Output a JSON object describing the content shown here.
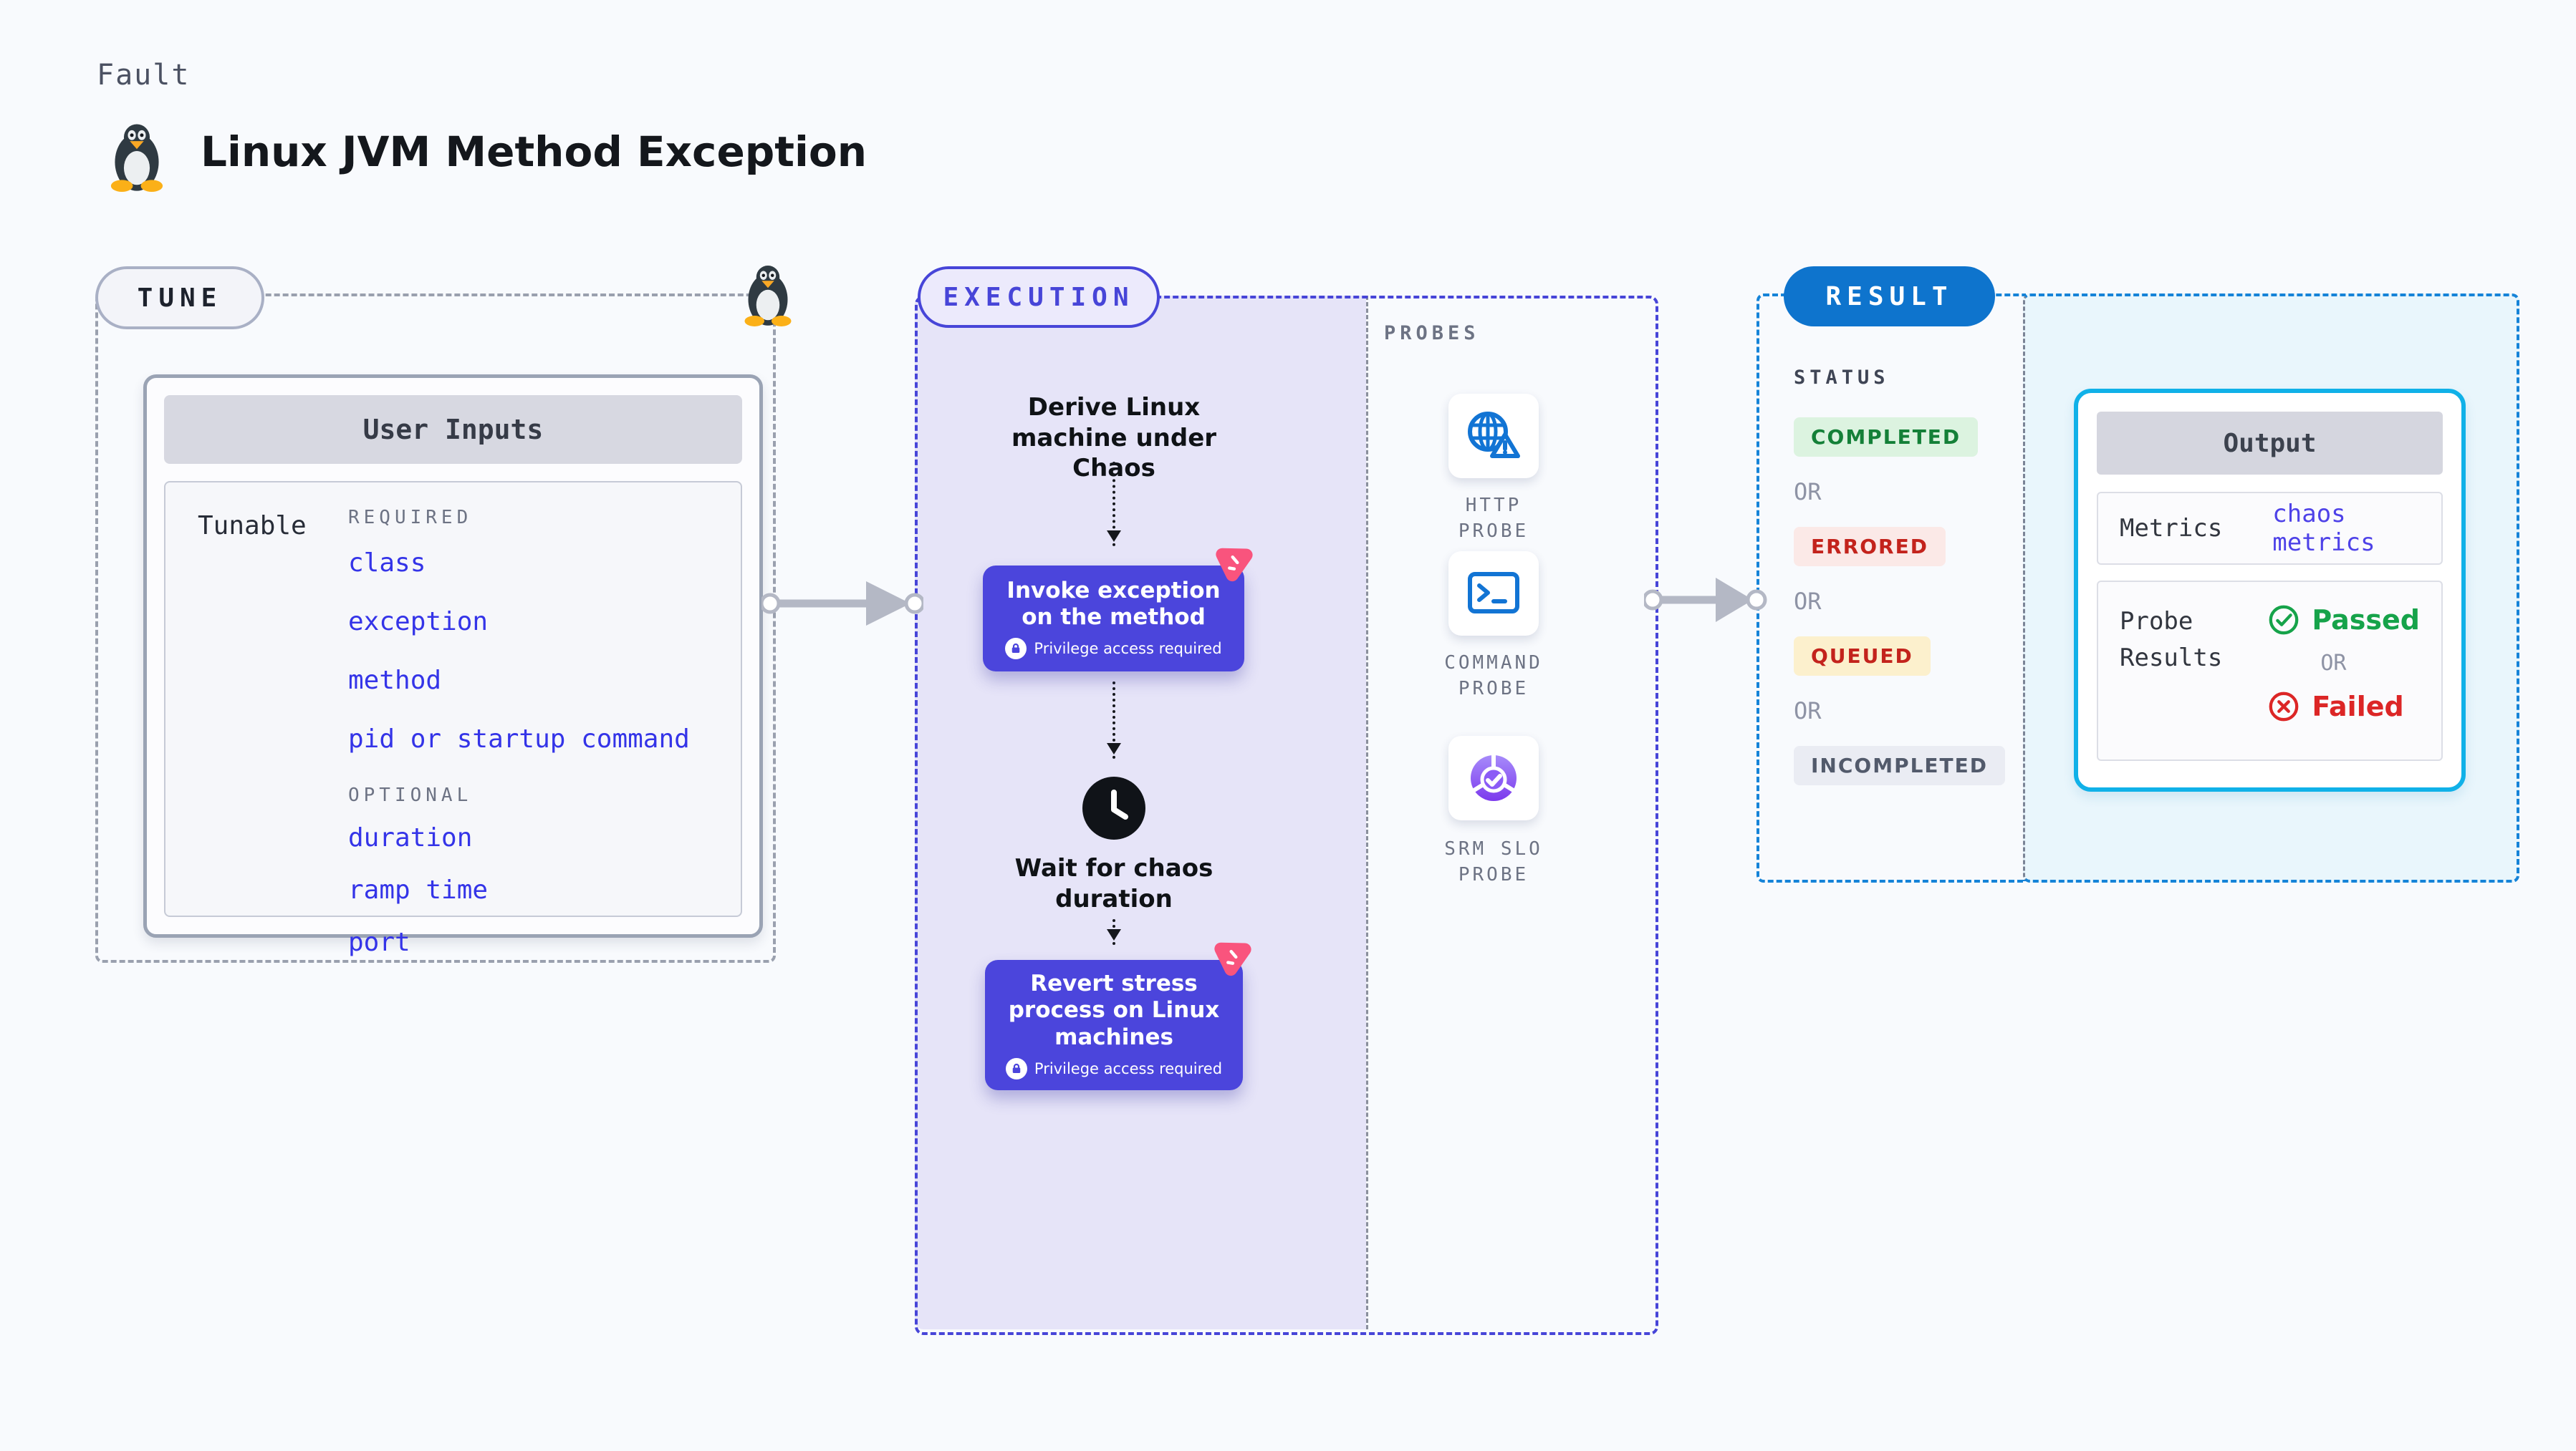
{
  "header": {
    "eyebrow": "Fault",
    "title": "Linux JVM Method Exception",
    "icon": "linux-penguin"
  },
  "tune": {
    "pill": "TUNE",
    "card_title": "User Inputs",
    "row_label": "Tunable",
    "required_label": "REQUIRED",
    "required_items": [
      "class",
      "exception",
      "method",
      "pid or startup command"
    ],
    "optional_label": "OPTIONAL",
    "optional_items": [
      "duration",
      "ramp time",
      "port"
    ]
  },
  "execution": {
    "pill": "EXECUTION",
    "derive_label": "Derive Linux machine under Chaos",
    "invoke_label": "Invoke exception on the method",
    "wait_label": "Wait for chaos duration",
    "revert_label": "Revert stress process on Linux machines",
    "privilege_badge": "Privilege access required"
  },
  "probes": {
    "label": "PROBES",
    "items": [
      {
        "name": "HTTP PROBE",
        "icon": "globe-alert-icon"
      },
      {
        "name": "COMMAND PROBE",
        "icon": "terminal-icon"
      },
      {
        "name": "SRM SLO PROBE",
        "icon": "slo-pie-icon"
      }
    ]
  },
  "result": {
    "pill": "RESULT",
    "status_label": "STATUS",
    "or_label": "OR",
    "statuses": [
      {
        "label": "COMPLETED",
        "kind": "success"
      },
      {
        "label": "ERRORED",
        "kind": "error"
      },
      {
        "label": "QUEUED",
        "kind": "warning"
      },
      {
        "label": "INCOMPLETED",
        "kind": "neutral"
      }
    ],
    "output": {
      "title": "Output",
      "metrics_label": "Metrics",
      "metrics_value": "chaos metrics",
      "probe_results_label": "Probe Results",
      "passed_label": "Passed",
      "failed_label": "Failed"
    }
  },
  "colors": {
    "background": "#f8fafd",
    "indigo_border": "#4745d8",
    "indigo_node": "#4b45dc",
    "lavender": "#e6e4f8",
    "gray_dashed": "#9aa0ae",
    "result_blue": "#0e74cd",
    "result_dash_blue": "#1583d8",
    "cyan_panel": "#e9f6fc",
    "output_border": "#10b1e8",
    "link_blue": "#3434e8",
    "probe_icon_blue": "#1274d4",
    "srm_purple": "#7c3aed",
    "pink_badge": "#f9547d",
    "success_green": "#148038",
    "fail_red": "#dc2626",
    "arrow_gray": "#b4b8c5"
  }
}
